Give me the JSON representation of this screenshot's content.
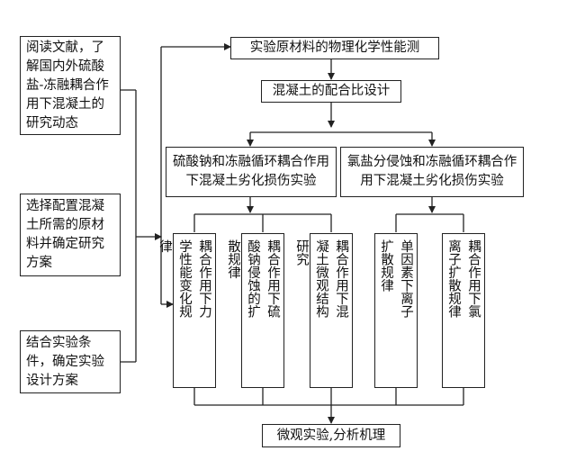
{
  "left": {
    "box1": "阅读文献，了解国内外硫酸盐-冻融耦合作用下混凝土的研究动态",
    "box2": "选择配置混凝土所需的原材料并确定研究方案",
    "box3": "结合实验条件，确定实验设计方案"
  },
  "top": {
    "physical": "实验原材料的物理化学性能测",
    "mix": "混凝土的配合比设计"
  },
  "branches": {
    "sulfate": "硫酸钠和冻融循环耦合作用下混凝土劣化损伤实验",
    "chloride": "氯盐分侵蚀和冻融循环耦合作用下混凝土劣化损伤实验"
  },
  "laws": [
    "耦合作用下力学性能变化规律",
    "耦合作用下硫酸钠侵蚀的扩散规律",
    "耦合作用下混凝土微观结构研究",
    "单因素下离子扩散规律",
    "耦合作用下氯离子扩散规律"
  ],
  "bottom": {
    "final": "微观实验,分析机理"
  }
}
